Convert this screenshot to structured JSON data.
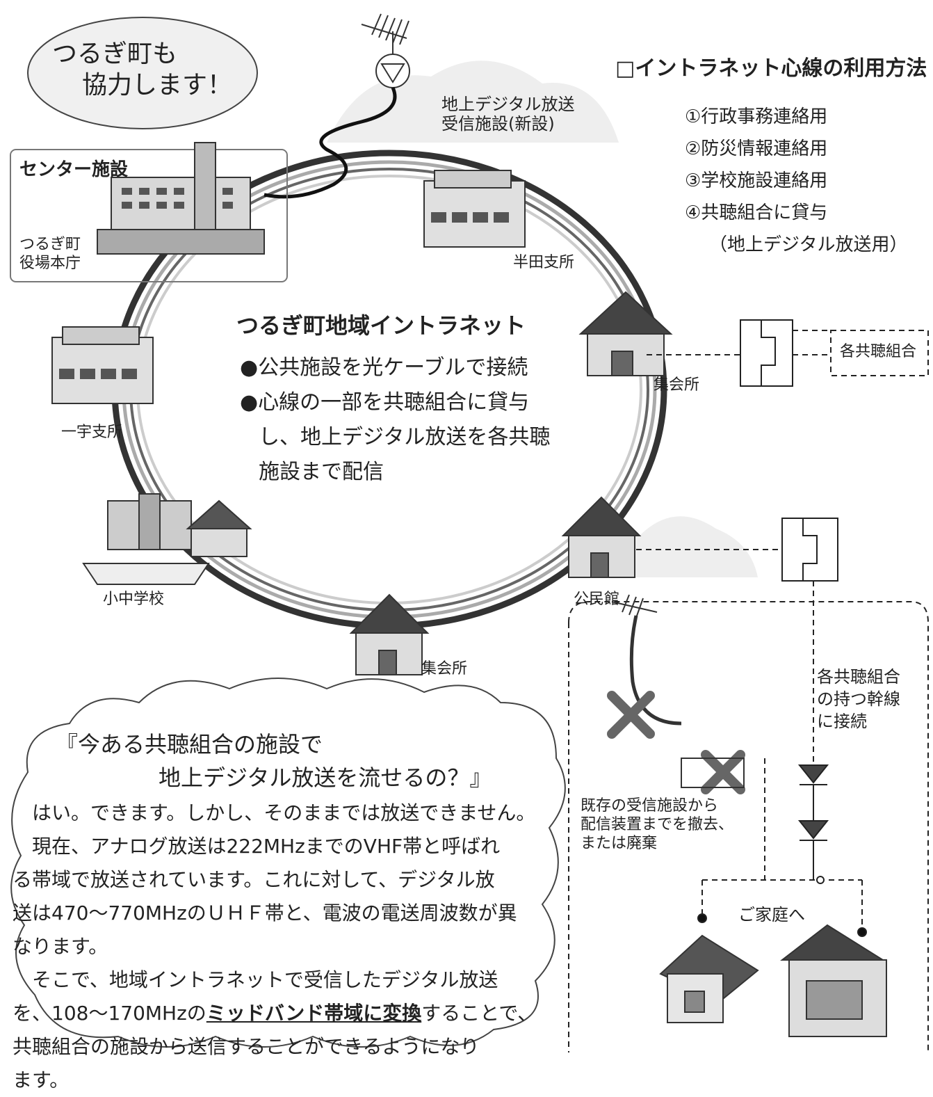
{
  "callout": {
    "line1": "つるぎ町も",
    "line2": "協力します！"
  },
  "antenna_label": {
    "line1": "地上デジタル放送",
    "line2": "受信施設(新設)"
  },
  "center": {
    "title": "センター施設",
    "office_line1": "つるぎ町",
    "office_line2": "役場本庁"
  },
  "nodes": {
    "handa": "半田支所",
    "ichiu": "一宇支所",
    "school": "小中学校",
    "hall1": "集会所",
    "hall2": "集会所",
    "kominkan": "公民館"
  },
  "intranet": {
    "title": "つるぎ町地域イントラネット",
    "bullet1": "公共施設を光ケーブルで接続",
    "bullet2_l1": "心線の一部を共聴組合に貸与",
    "bullet2_l2": "し、地上デジタル放送を各共聴",
    "bullet2_l3": "施設まで配信"
  },
  "usage": {
    "heading": "□イントラネット心線の利用方法",
    "items": [
      "①行政事務連絡用",
      "②防災情報連絡用",
      "③学校施設連絡用",
      "④共聴組合に貸与"
    ],
    "sub": "（地上デジタル放送用）"
  },
  "kyocho_box": "各共聴組合",
  "trunk_note": {
    "l1": "各共聴組合",
    "l2": "の持つ幹線",
    "l3": "に接続"
  },
  "removal_note": {
    "l1": "既存の受信施設から",
    "l2": "配信装置までを撤去、",
    "l3": "または廃棄"
  },
  "home_label": "ご家庭へ",
  "qa": {
    "q1": "『今ある共聴組合の施設で",
    "q2": "地上デジタル放送を流せるの？』",
    "p1": "はい。できます。しかし、そのままでは放送できません。",
    "p2_l1": "現在、アナログ放送は222MHzまでのVHF帯と呼ばれ",
    "p2_l2": "る帯域で放送されています。これに対して、デジタル放",
    "p2_l3": "送は470〜770MHzのＵＨＦ帯と、電波の電送周波数が異",
    "p2_l4": "なります。",
    "p3_l1": "そこで、地域イントラネットで受信したデジタル放送",
    "p3_l2a": "を、108〜170MHzの",
    "p3_l2u": "ミッドバンド帯域に変換",
    "p3_l2b": "することで、",
    "p3_l3": "共聴組合の施設から送信することができるようになり",
    "p3_l4": "ます。"
  },
  "colors": {
    "ring_dark": "#333333",
    "ring_light": "#bbbbbb",
    "cloud": "#eeeeee",
    "line": "#222222"
  }
}
